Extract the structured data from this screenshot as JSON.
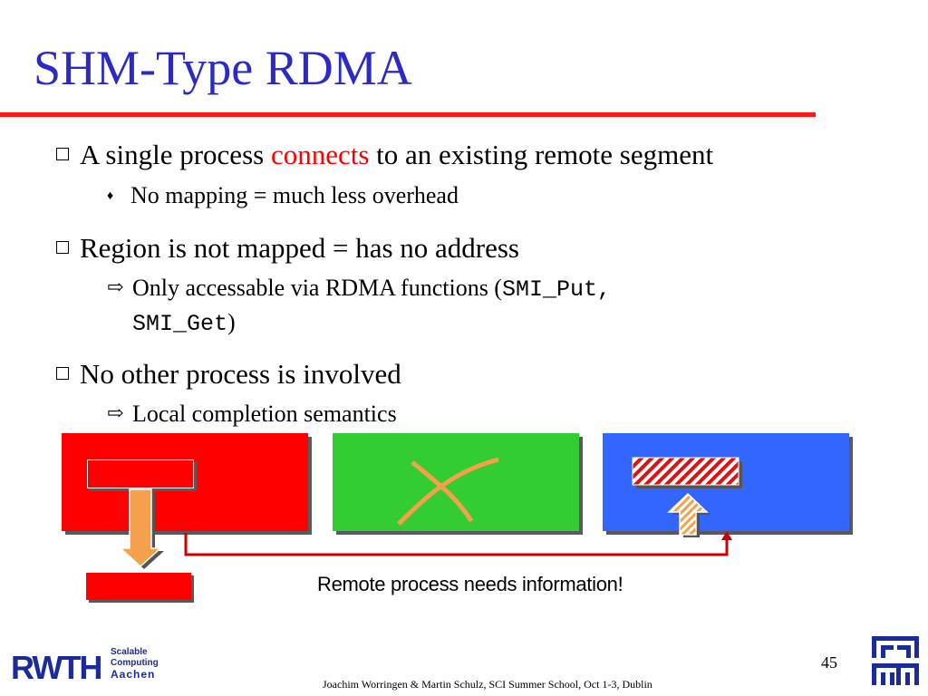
{
  "slide": {
    "title": "SHM-Type RDMA",
    "bullets": {
      "b1_pre": "A single process ",
      "b1_highlight": "connects",
      "b1_post": " to an existing remote segment",
      "b1_sub": "No mapping = much less overhead",
      "b2": "Region is not mapped = has no address",
      "b2_sub_pre": "Only accessable via RDMA functions (",
      "b2_sub_code1": "SMI_Put",
      "b2_sub_comma": ",",
      "b2_sub_code2": "SMI_Get",
      "b2_sub_close": ")",
      "b3": "No other process is involved",
      "b3_sub": "Local completion semantics"
    },
    "diagram": {
      "caption": "Remote process needs information!",
      "colors": {
        "local": "#ff0000",
        "other": "#33cc33",
        "remote": "#3366ff",
        "arrow": "#f5a04a",
        "line": "#cc0000"
      }
    },
    "page_number": "45",
    "footer": "Joachim Worringen & Martin Schulz, SCI Summer School, Oct 1-3, Dublin",
    "logo": {
      "rwth": "RWTH",
      "line1": "Scalable",
      "line2": "Computing",
      "line3": "Aachen"
    }
  }
}
